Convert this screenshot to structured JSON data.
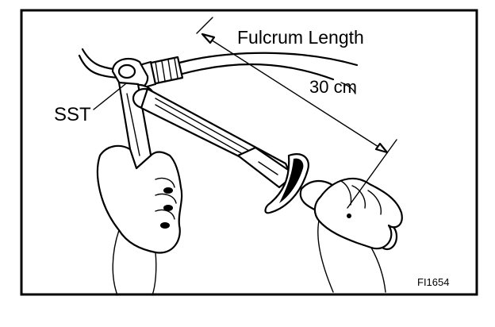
{
  "labels": {
    "fulcrum_length": "Fulcrum Length",
    "distance": "30 cm",
    "sst": "SST",
    "figure_code": "FI1654"
  },
  "colors": {
    "ink": "#000000",
    "paper": "#ffffff"
  }
}
